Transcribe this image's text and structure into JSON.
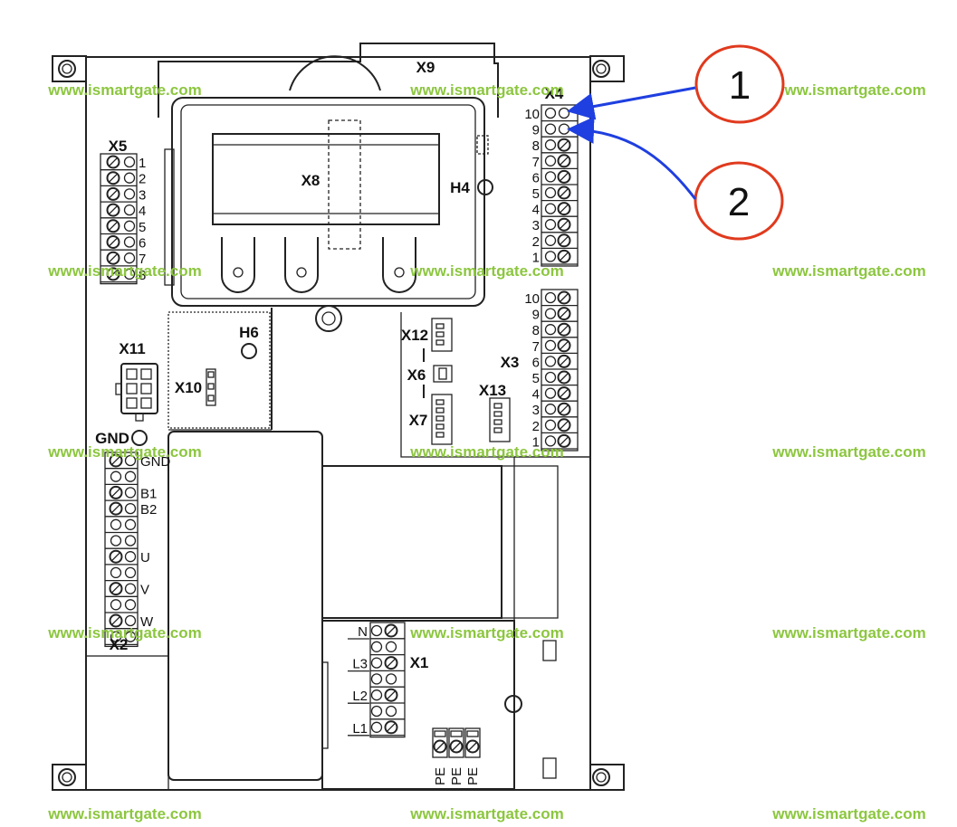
{
  "watermark": "www.ismartgate.com",
  "labels": {
    "x9": "X9",
    "x8": "X8",
    "h4": "H4",
    "x5": "X5",
    "x4": "X4",
    "x3": "X3",
    "x11": "X11",
    "h6": "H6",
    "x10": "X10",
    "x12": "X12",
    "x6": "X6",
    "x7": "X7",
    "x13": "X13",
    "gnd": "GND",
    "x2": "X2",
    "x1": "X1"
  },
  "x5_terminals": [
    "1",
    "2",
    "3",
    "4",
    "5",
    "6",
    "7",
    "8"
  ],
  "x4_terminals": [
    "10",
    "9",
    "8",
    "7",
    "6",
    "5",
    "4",
    "3",
    "2",
    "1"
  ],
  "x3_terminals": [
    "10",
    "9",
    "8",
    "7",
    "6",
    "5",
    "4",
    "3",
    "2",
    "1"
  ],
  "x2_terminals": [
    "GND",
    "B1",
    "B2",
    "U",
    "V",
    "W"
  ],
  "x1_terminals": [
    "N",
    "L3",
    "L2",
    "L1"
  ],
  "pe_terminals": [
    "PE",
    "PE",
    "PE"
  ],
  "callouts": [
    {
      "number": "1",
      "target": "X4 terminal 10"
    },
    {
      "number": "2",
      "target": "X4 terminal 9"
    }
  ],
  "colors": {
    "watermark": "#8cc63f",
    "callout_circle": "#e03a1e",
    "arrow": "#1f3fe0",
    "line": "#222222"
  }
}
